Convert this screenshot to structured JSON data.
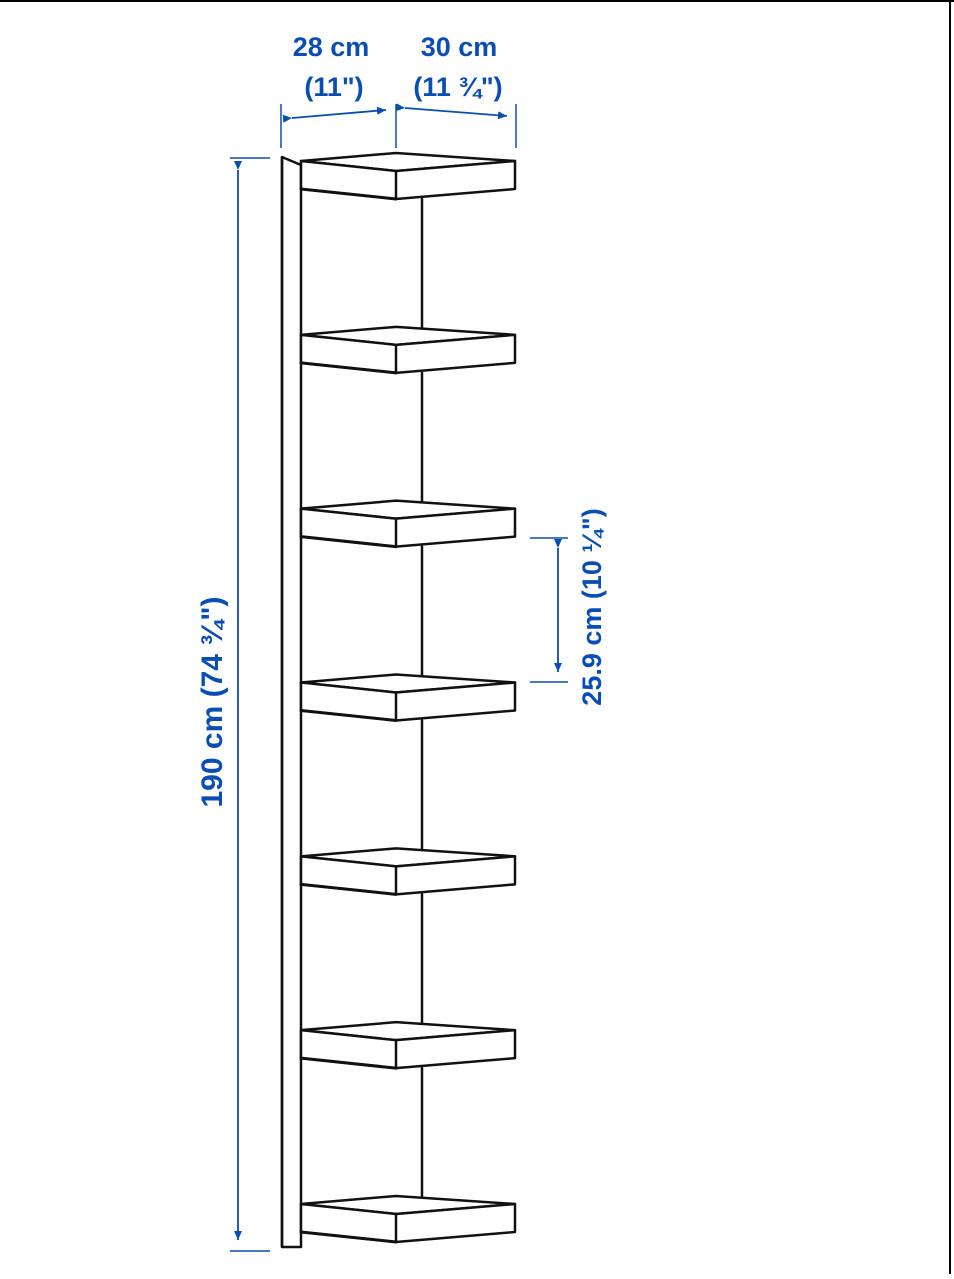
{
  "colors": {
    "dimension": "#0a4db3",
    "outline": "#111111",
    "background": "#ffffff"
  },
  "dimensions": {
    "width_left": {
      "metric": "28 cm",
      "imperial": "(11\")"
    },
    "width_right": {
      "metric": "30 cm",
      "imperial": "(11 ¾\")"
    },
    "height": {
      "label": "190 cm (74 ¾\")"
    },
    "shelf_spacing": {
      "label": "25.9 cm (10 ¼\")"
    }
  },
  "shelves_count": 7
}
